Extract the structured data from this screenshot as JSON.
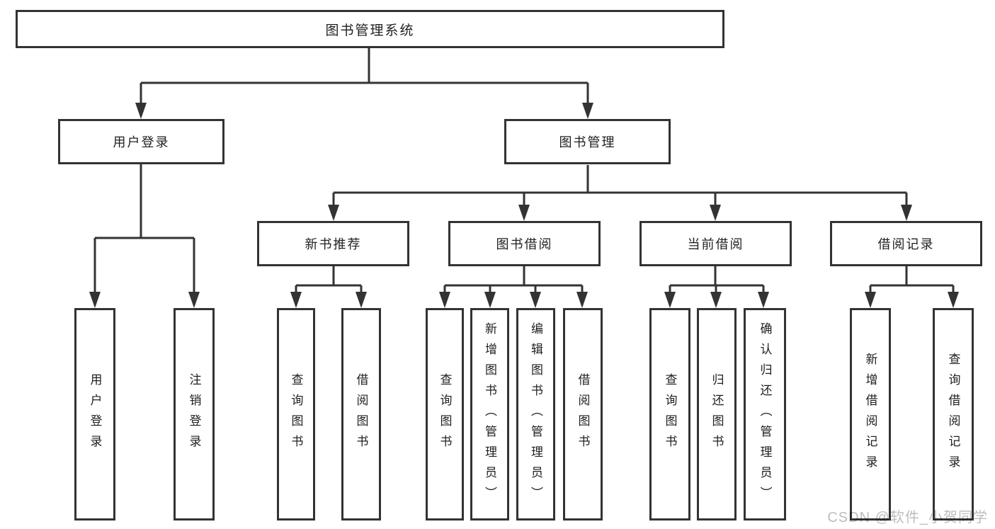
{
  "diagram": {
    "colors": {
      "line": "#333333",
      "text": "#1f1f1f",
      "background": "#ffffff",
      "watermark": "#bdbdbd"
    },
    "nodes": {
      "root": {
        "label": "图书管理系统"
      },
      "user_login": {
        "label": "用户登录"
      },
      "book_mgmt": {
        "label": "图书管理"
      },
      "new_book_rec": {
        "label": "新书推荐"
      },
      "book_borrow": {
        "label": "图书借阅"
      },
      "current_borrow": {
        "label": "当前借阅"
      },
      "borrow_record": {
        "label": "借阅记录"
      },
      "leaf_user_login": {
        "label": "用户登录"
      },
      "leaf_logout": {
        "label": "注销登录"
      },
      "rec_query_book": {
        "label": "查询图书"
      },
      "rec_borrow_book": {
        "label": "借阅图书"
      },
      "bb_query_book": {
        "label": "查询图书"
      },
      "bb_add_book": {
        "label": "新增图书（管理员）"
      },
      "bb_edit_book": {
        "label": "编辑图书（管理员）"
      },
      "bb_borrow_book": {
        "label": "借阅图书"
      },
      "cb_query_book": {
        "label": "查询图书"
      },
      "cb_return_book": {
        "label": "归还图书"
      },
      "cb_confirm_return": {
        "label": "确认归还（管理员）"
      },
      "br_add_record": {
        "label": "新增借阅记录"
      },
      "br_query_record": {
        "label": "查询借阅记录"
      }
    },
    "watermark_text": "CSDN @软件_小贺同学"
  }
}
